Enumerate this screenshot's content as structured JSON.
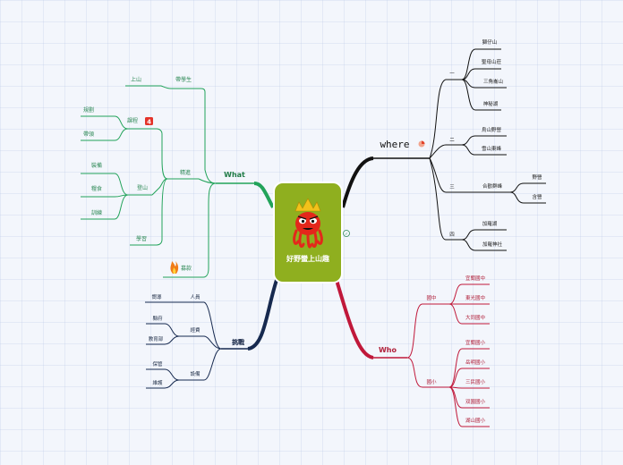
{
  "central": {
    "title": "好野蠻上山趣"
  },
  "what": {
    "label": "What",
    "tutor": {
      "label": "帶學生",
      "child": "上山"
    },
    "build": {
      "label": "精進",
      "course": {
        "label": "課程",
        "children": [
          "規劃",
          "帶領"
        ]
      },
      "mountain": {
        "label": "登山",
        "children": [
          "裝備",
          "糧食",
          "訓練"
        ]
      },
      "study": "學習"
    },
    "fundraise": "募款"
  },
  "where": {
    "label": "where",
    "groups": [
      {
        "label": "一",
        "items": [
          "獅仔山",
          "聖母山莊",
          "三角崙山",
          "神秘湖"
        ]
      },
      {
        "label": "二",
        "items": [
          "烏山野營",
          "雪山東峰"
        ]
      },
      {
        "label": "三",
        "item": "合歡群峰",
        "subitems": [
          "野營",
          "含營"
        ]
      },
      {
        "label": "四",
        "items": [
          "加羅湖",
          "加羅神社"
        ]
      }
    ]
  },
  "who": {
    "label": "Who",
    "junior": {
      "label": "國中",
      "items": [
        "宜蘭國中",
        "東光國中",
        "大同國中"
      ]
    },
    "elementary": {
      "label": "國小",
      "items": [
        "宜蘭國小",
        "岳明國小",
        "三民國小",
        "双園國小",
        "湖山國小"
      ]
    }
  },
  "challenge": {
    "label": "挑戰",
    "people": {
      "label": "人員",
      "child": "嚮導"
    },
    "funding": {
      "label": "經費",
      "children": [
        "縣府",
        "教育部"
      ]
    },
    "equipment": {
      "label": "設備",
      "children": [
        "保管",
        "維護"
      ]
    }
  },
  "colors": {
    "what": "#1f9d55",
    "where": "#111111",
    "who": "#c0183a",
    "challenge": "#16294f",
    "central": "#8faf1f"
  },
  "icons": [
    "mascot-icon",
    "task-4-icon",
    "fire-icon",
    "progress-icon",
    "priority-icon"
  ]
}
